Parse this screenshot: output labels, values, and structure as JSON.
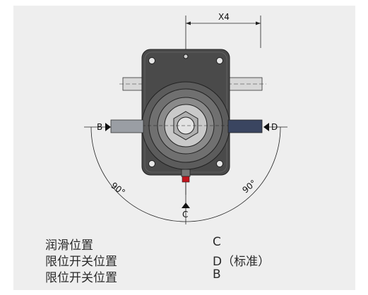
{
  "diagram": {
    "dimension_label": "X4",
    "angle_left": "90°",
    "angle_right": "90°",
    "marker_left": "B",
    "marker_right": "D",
    "marker_bottom": "C"
  },
  "legend": [
    {
      "label": "润滑位置",
      "value": "C"
    },
    {
      "label": "限位开关位置",
      "value": "D（标准）"
    },
    {
      "label": "限位开关位置",
      "value": "B"
    }
  ],
  "colors": {
    "panel": "#eeeeee",
    "housing": "#4a4a4a",
    "switch_left": "#9a9ea4",
    "switch_right": "#3a4560",
    "lube_nipple": "#c0141c"
  }
}
